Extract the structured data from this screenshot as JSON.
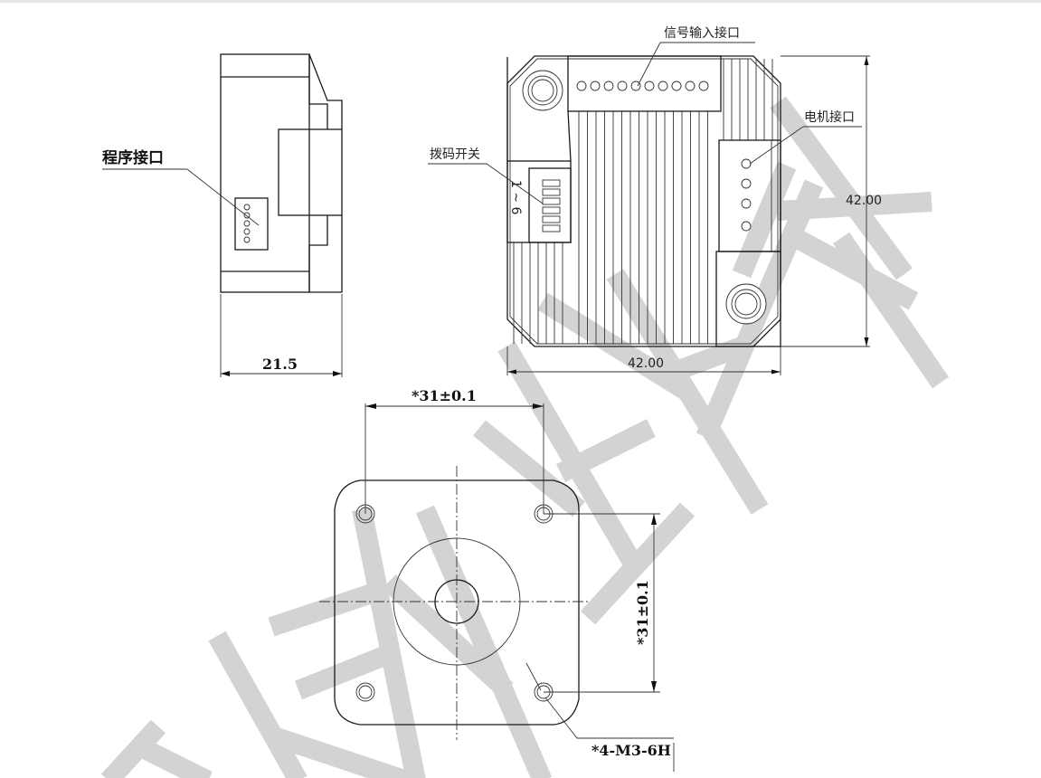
{
  "side_view": {
    "label_program_port": "程序接口",
    "dim_thickness": "21.5"
  },
  "front_view": {
    "label_signal_input": "信号输入接口",
    "label_dip_switch": "拨码开关",
    "label_motor_port": "电机接口",
    "dip_range_label": "1 ~ 6",
    "dim_height": "42.00",
    "dim_width": "42.00",
    "signal_pins": 10,
    "motor_pins": 4,
    "dip_switches": 6
  },
  "mount_view": {
    "dim_horizontal": "*31±0.1",
    "dim_vertical": "*31±0.1",
    "hole_spec": "*4-M3-6H"
  },
  "colors": {
    "line": "#1a1a1a",
    "watermark": "#d3d3d3"
  }
}
